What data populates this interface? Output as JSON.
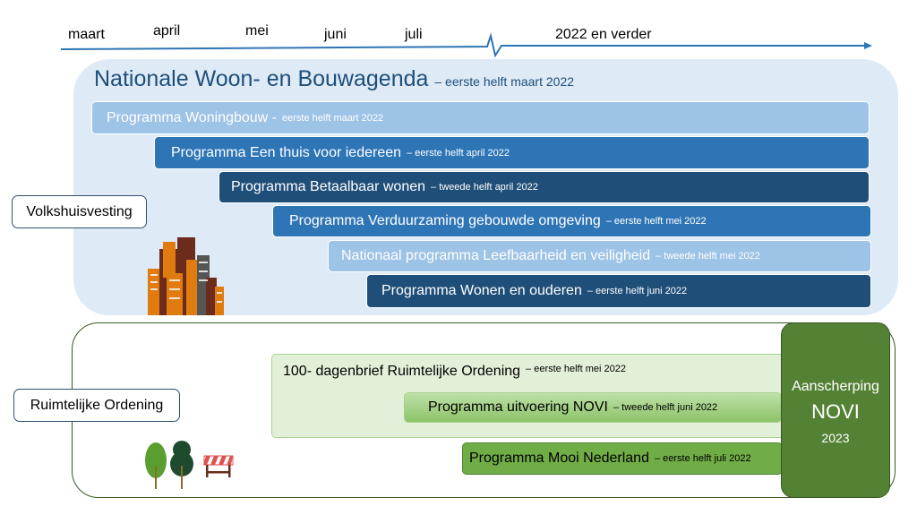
{
  "timeline": {
    "months": [
      "maart",
      "april",
      "mei",
      "juni",
      "juli"
    ],
    "later": "2022 en verder"
  },
  "volkshuisvesting": {
    "label": "Volkshuisvesting",
    "title": "Nationale Woon- en Bouwagenda",
    "title_date": "– eerste helft maart 2022",
    "bars": [
      {
        "name": "Programma Woningbouw  -",
        "date": "eerste helft maart 2022",
        "color": "#9dc3e6"
      },
      {
        "name": "Programma Een thuis voor iedereen",
        "date": "– eerste helft april 2022",
        "color": "#2e75b6"
      },
      {
        "name": "Programma Betaalbaar wonen",
        "date": "–  tweede helft april 2022",
        "color": "#1f4e79"
      },
      {
        "name": "Programma Verduurzaming gebouwde omgeving",
        "date": "– eerste helft mei 2022",
        "color": "#2e75b6"
      },
      {
        "name": "Nationaal programma Leefbaarheid en veiligheid",
        "date": "– tweede helft mei 2022",
        "color": "#9dc3e6"
      },
      {
        "name": "Programma Wonen en ouderen",
        "date": "– eerste helft juni 2022",
        "color": "#1f4e79"
      }
    ]
  },
  "ruimtelijke_ordening": {
    "label": "Ruimtelijke Ordening",
    "dagenbrief": {
      "name": "100- dagenbrief Ruimtelijke Ordening",
      "date": "– eerste helft mei 2022"
    },
    "novi": {
      "name": "Programma uitvoering NOVI",
      "date": "– tweede helft juni 2022"
    },
    "mooi": {
      "name": "Programma Mooi Nederland",
      "date": "– eerste helft juli 2022"
    },
    "aanscherping": {
      "line1": "Aanscherping",
      "line2": "NOVI",
      "line3": "2023"
    }
  }
}
